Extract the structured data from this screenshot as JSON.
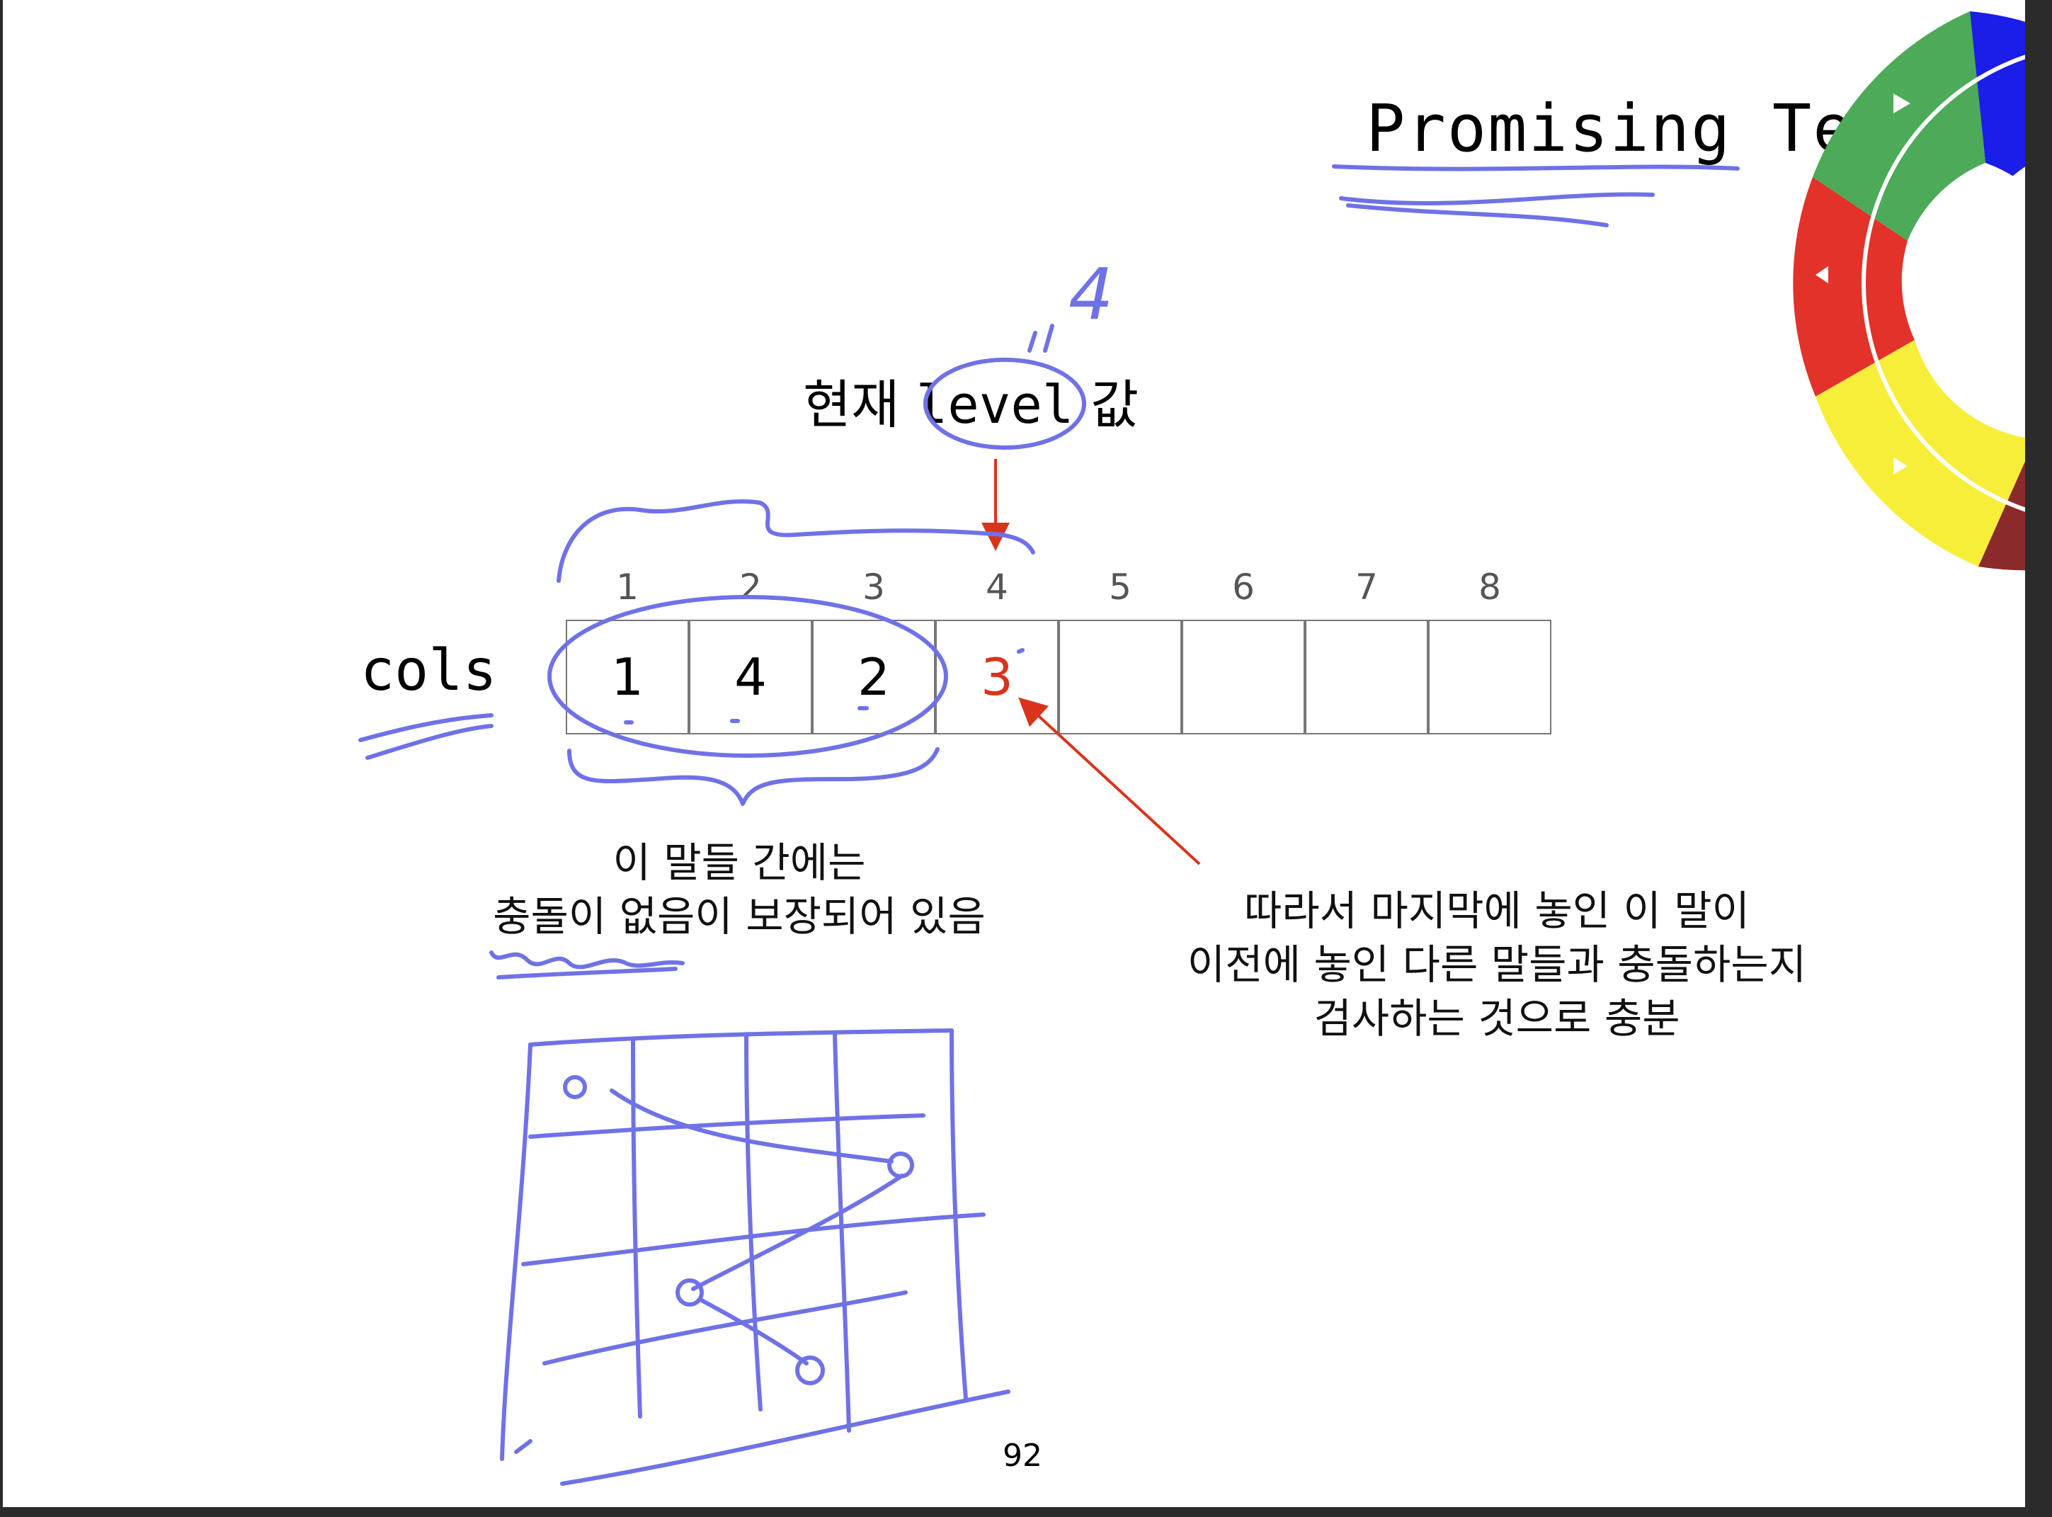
{
  "slide": {
    "title": "Promising Te",
    "level_label_prefix": "현재 ",
    "level_label_word": "level",
    "level_label_suffix": " 값",
    "cols_label": "cols",
    "column_indices": [
      "1",
      "2",
      "3",
      "4",
      "5",
      "6",
      "7",
      "8"
    ],
    "cells": [
      "1",
      "4",
      "2",
      "3",
      "",
      "",
      "",
      ""
    ],
    "current_column": 4,
    "note_left": [
      "이 말들 간에는",
      "충돌이 없음이 보장되어 있음"
    ],
    "note_right": [
      "따라서 마지막에 놓인 이 말이",
      "이전에 놓인 다른 말들과 충돌하는지",
      "검사하는 것으로 충분"
    ],
    "page_number": "92",
    "handwritten_annotation": "4"
  },
  "colors": {
    "ink": "#6f72e6",
    "arrow": "#d9341b",
    "current_value": "#d9341b",
    "wheel_green": "#4caa58",
    "wheel_blue": "#1a1ee8",
    "wheel_red": "#e3322a",
    "wheel_yellow": "#f7ee3a",
    "wheel_dark_red": "#8a2a2a"
  },
  "icons": {
    "wheel_arrows": [
      "play-triangle-icon",
      "left-triangle-icon",
      "play-triangle-icon"
    ]
  }
}
